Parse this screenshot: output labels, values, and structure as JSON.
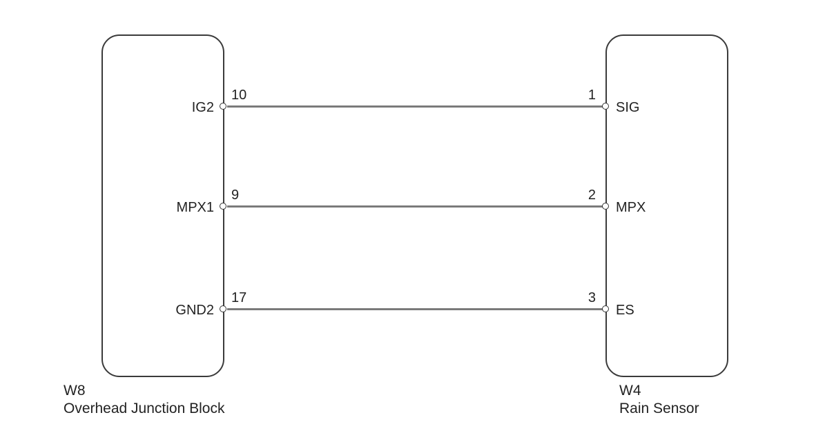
{
  "left_component": {
    "code": "W8",
    "name": "Overhead Junction Block",
    "pins": [
      {
        "signal": "IG2",
        "pin": "10"
      },
      {
        "signal": "MPX1",
        "pin": "9"
      },
      {
        "signal": "GND2",
        "pin": "17"
      }
    ]
  },
  "right_component": {
    "code": "W4",
    "name": "Rain Sensor",
    "pins": [
      {
        "signal": "SIG",
        "pin": "1"
      },
      {
        "signal": "MPX",
        "pin": "2"
      },
      {
        "signal": "ES",
        "pin": "3"
      }
    ]
  },
  "colors": {
    "outline": "#3a3a3a",
    "wire": "#7a7a7a",
    "text": "#222222"
  }
}
